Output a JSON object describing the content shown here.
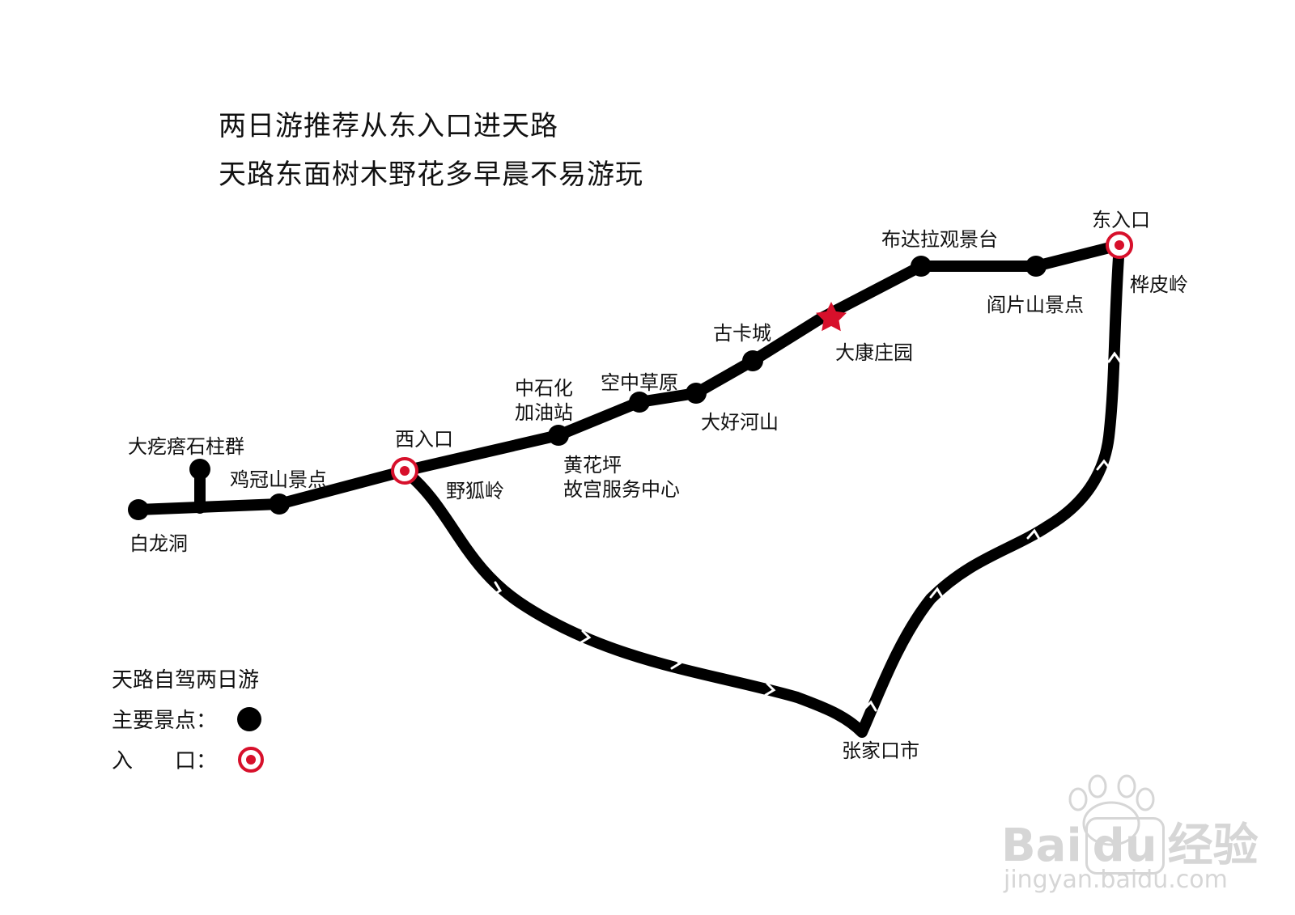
{
  "title": {
    "line1": "两日游推荐从东入口进天路",
    "line2": "天路东面树木野花多早晨不易游玩"
  },
  "places": {
    "bailongdong": "白龙洞",
    "dagedashizhuqun": "大疙瘩石柱群",
    "jiguanshan": "鸡冠山景点",
    "xi_entrance": "西入口",
    "yehuling": "野狐岭",
    "zhongshihua_line1": "中石化",
    "zhongshihua_line2": "加油站",
    "huanghuaping_line1": "黄花坪",
    "huanghuaping_line2": "故宫服务中心",
    "kongzhongcaoyuan": "空中草原",
    "dahaoheshan": "大好河山",
    "gukacheng": "古卡城",
    "dakangzhuangyuan": "大康庄园",
    "budala": "布达拉观景台",
    "yanpianshan": "阎片山景点",
    "dong_entrance": "东入口",
    "huapiling": "桦皮岭",
    "zhangjiakou": "张家口市"
  },
  "legend": {
    "title": "天路自驾两日游",
    "main_spot": "主要景点：",
    "entrance": "入　　口："
  },
  "watermark": {
    "brand_text": "Bai",
    "brand_du": "du",
    "brand_cn": "经验",
    "url": "jingyan.baidu.com"
  },
  "colors": {
    "route": "#000000",
    "entrance_ring": "#d7102b",
    "star": "#d7102b",
    "watermark": "#d6d6d6"
  },
  "icons": [
    "spot-dot-icon",
    "entrance-marker-icon",
    "star-icon",
    "direction-arrow-icon",
    "paw-logo-icon"
  ]
}
